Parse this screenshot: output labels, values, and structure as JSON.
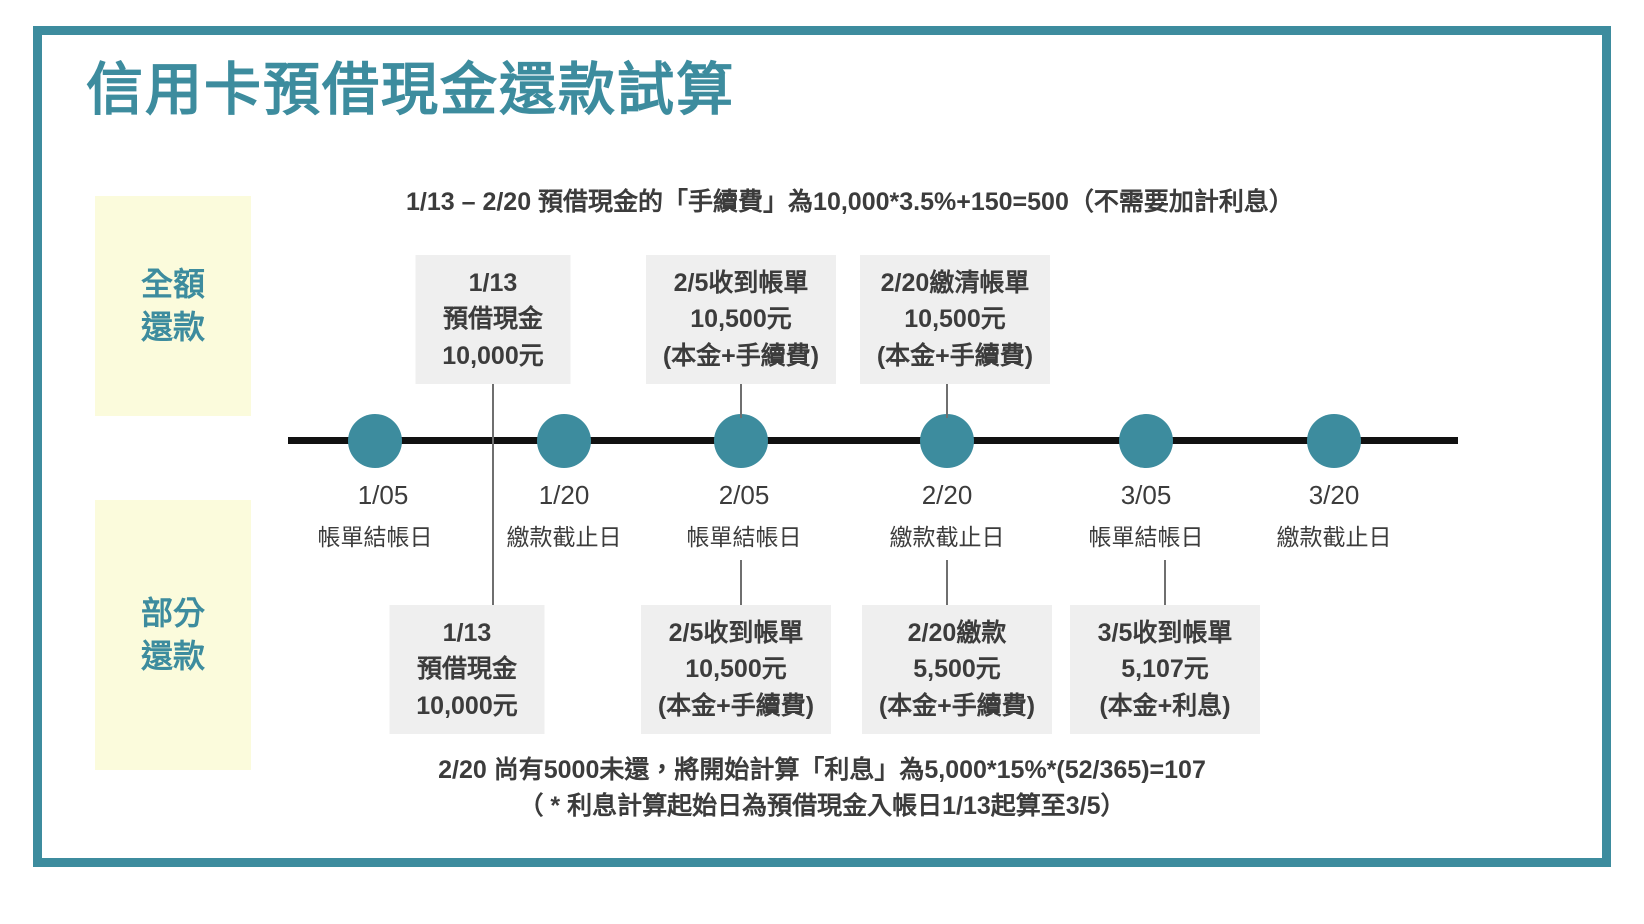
{
  "page": {
    "title": "信用卡預借現金還款試算",
    "frame_color": "#3d8c9e",
    "accent_color": "#3d8c9e",
    "highlight_bg": "#fbfbdc",
    "box_bg": "#efefef",
    "text_color": "#3c3c3c"
  },
  "fee_note": "1/13 – 2/20 預借現金的「手續費」為10,000*3.5%+150=500（不需要加計利息）",
  "side_labels": {
    "full": {
      "line1": "全額",
      "line2": "還款"
    },
    "partial": {
      "line1": "部分",
      "line2": "還款"
    }
  },
  "timeline": {
    "nodes": [
      {
        "date": "1/05",
        "sub": "帳單結帳日"
      },
      {
        "date": "1/20",
        "sub": "繳款截止日"
      },
      {
        "date": "2/05",
        "sub": "帳單結帳日"
      },
      {
        "date": "2/20",
        "sub": "繳款截止日"
      },
      {
        "date": "3/05",
        "sub": "帳單結帳日"
      },
      {
        "date": "3/20",
        "sub": "繳款截止日"
      }
    ]
  },
  "full_repayment_boxes": [
    {
      "line1": "1/13",
      "line2": "預借現金",
      "line3": "10,000元"
    },
    {
      "line1": "2/5收到帳單",
      "line2": "10,500元",
      "line3": "(本金+手續費)"
    },
    {
      "line1": "2/20繳清帳單",
      "line2": "10,500元",
      "line3": "(本金+手續費)"
    }
  ],
  "partial_repayment_boxes": [
    {
      "line1": "1/13",
      "line2": "預借現金",
      "line3": "10,000元"
    },
    {
      "line1": "2/5收到帳單",
      "line2": "10,500元",
      "line3": "(本金+手續費)"
    },
    {
      "line1": "2/20繳款",
      "line2": "5,500元",
      "line3": "(本金+手續費)"
    },
    {
      "line1": "3/5收到帳單",
      "line2": "5,107元",
      "line3": "(本金+利息)"
    }
  ],
  "footer_note": {
    "line1": "2/20 尚有5000未還，將開始計算「利息」為5,000*15%*(52/365)=107",
    "line2": "（ * 利息計算起始日為預借現金入帳日1/13起算至3/5）"
  }
}
